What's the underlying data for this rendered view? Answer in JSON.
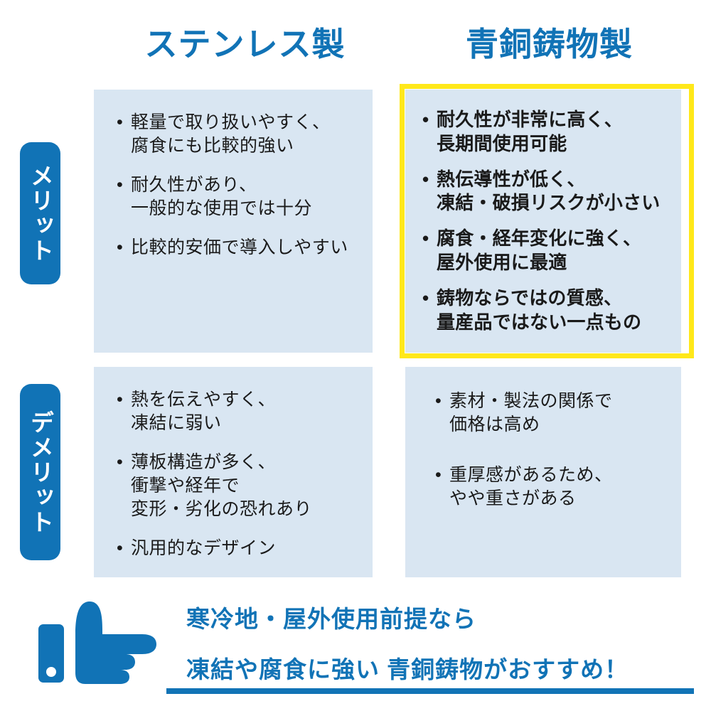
{
  "headers": {
    "left": "ステンレス製",
    "right": "青銅鋳物製"
  },
  "row_labels": {
    "merit": "メリット",
    "demerit": "デメリット"
  },
  "cells": {
    "merit_left": [
      "軽量で取り扱いやすく、\n腐食にも比較的強い",
      "耐久性があり、\n一般的な使用では十分",
      "比較的安価で導入しやすい"
    ],
    "merit_right": [
      "耐久性が非常に高く、\n長期間使用可能",
      "熱伝導性が低く、\n凍結・破損リスクが小さい",
      "腐食・経年変化に強く、\n屋外使用に最適",
      "鋳物ならではの質感、\n量産品ではない一点もの"
    ],
    "demerit_left": [
      "熱を伝えやすく、\n凍結に弱い",
      "薄板構造が多く、\n衝撃や経年で\n変形・劣化の恐れあり",
      "汎用的なデザイン"
    ],
    "demerit_right": [
      "素材・製法の関係で\n価格は高め",
      "重厚感があるため、\nやや重さがある"
    ]
  },
  "conclusion": {
    "line1": "寒冷地・屋外使用前提なら",
    "line2": "凍結や腐食に強い 青銅鋳物がおすすめ！",
    "icon": "pointing-hand-icon"
  },
  "colors": {
    "accent_blue": "#1173b6",
    "cell_background": "#d9e6f2",
    "highlight_yellow": "#ffe81a",
    "body_text": "#1a1a1a",
    "page_background": "#ffffff"
  }
}
